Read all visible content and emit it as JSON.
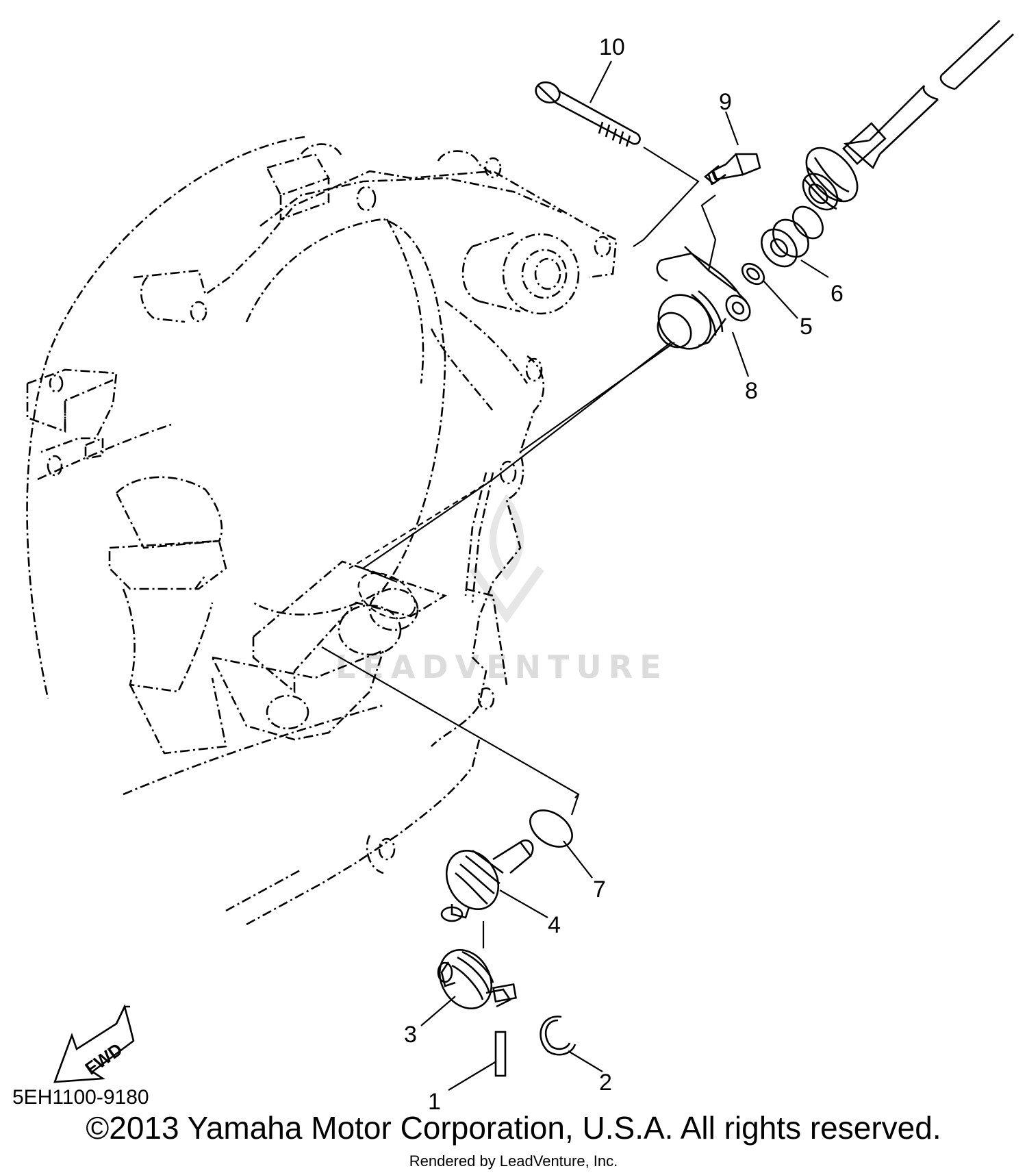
{
  "diagram": {
    "callouts": [
      "1",
      "2",
      "3",
      "4",
      "5",
      "6",
      "7",
      "8",
      "9",
      "10"
    ],
    "fwd_label": "FWD",
    "diagram_code": "5EH1100-9180",
    "watermark": "LEADVENTURE",
    "copyright": "©2013 Yamaha Motor Corporation, U.S.A. All rights reserved.",
    "rendered_by": "Rendered by LeadVenture, Inc."
  }
}
